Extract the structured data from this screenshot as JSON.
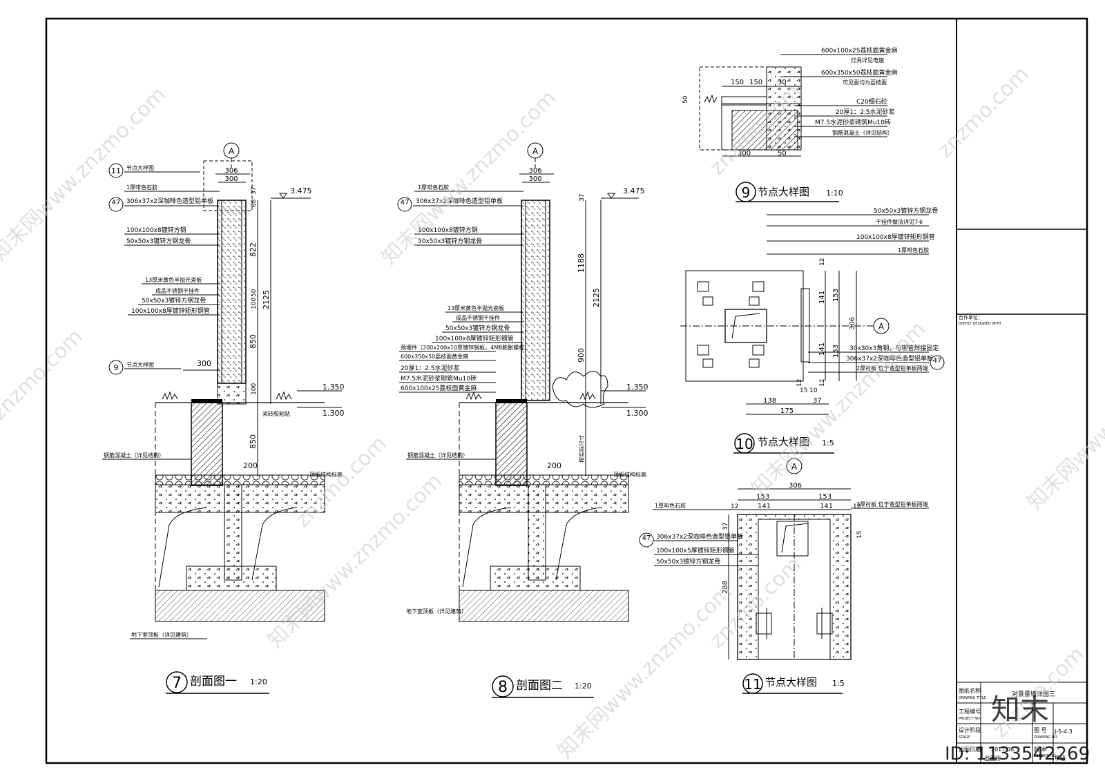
{
  "drawing1": {
    "title": "剖面图一",
    "scale": "1:20",
    "num": "7",
    "grid": "A",
    "dims_top": [
      "306",
      "300"
    ],
    "leaders": [
      {
        "callout": "11",
        "text": "节点大样图"
      },
      {
        "text": "1厚啡色石胶"
      },
      {
        "callout": "47",
        "text": "306x37x2深咖啡色造型铝单板"
      },
      {
        "text": "100x100x8镀锌方钢"
      },
      {
        "text": "50x50x3镀锌方钢龙骨"
      },
      {
        "text": "13厚米黄色半抛光瓷板"
      },
      {
        "text": "成品不锈钢干挂件"
      },
      {
        "text": "50x50x3镀锌方钢龙骨"
      },
      {
        "text": "100x100x8厚镀锌矩形钢管"
      }
    ],
    "callout9": {
      "callout": "9",
      "text": "节点大样图"
    },
    "elev_top": "3.475",
    "elev_mid": "1.350",
    "elev_low": "1.300",
    "dims_v": [
      "68",
      "37",
      "822",
      "50",
      "100",
      "2125",
      "850",
      "100",
      "850"
    ],
    "dim_300": "300",
    "dim_200": "200",
    "right_labels": [
      "瓷砖胶粘贴",
      "顶板结构标高"
    ],
    "left_labels": [
      "钢筋混凝土（详见结构）",
      "地下室顶板（详见建筑）"
    ]
  },
  "drawing2": {
    "title": "剖面图二",
    "scale": "1:20",
    "num": "8",
    "grid": "A",
    "dims_top": [
      "306",
      "300"
    ],
    "leaders": [
      {
        "text": "1厚啡色石胶"
      },
      {
        "callout": "47",
        "text": "306x37x2深咖啡色造型铝单板"
      },
      {
        "text": "100x100x8镀锌方钢"
      },
      {
        "text": "50x50x3镀锌方钢龙骨"
      },
      {
        "text": "13厚米黄色半抛光瓷板"
      },
      {
        "text": "成品不锈钢干挂件"
      },
      {
        "text": "50x50x3镀锌方钢龙骨"
      },
      {
        "text": "100x100x8厚镀锌矩形钢管"
      },
      {
        "text": "预埋件（200x200x10厚镀锌钢板，4M8膨胀螺栓）"
      },
      {
        "text": "600x350x50荔枝面黄金麻"
      },
      {
        "text": "20厚1：2.5水泥砂浆"
      },
      {
        "text": "M7.5水泥砂浆砌筑Mu10砖"
      },
      {
        "text": "600x100x25荔枝面黄金麻"
      }
    ],
    "elev_top": "3.475",
    "elev_mid": "1.350",
    "elev_low": "1.300",
    "dims_v": [
      "37",
      "1188",
      "2125",
      "900",
      "按实际尺寸"
    ],
    "dim_200": "200",
    "right_labels": [
      "顶板结构标高"
    ],
    "left_labels": [
      "钢筋混凝土（详见结构）",
      "地下室顶板（详见建筑）"
    ]
  },
  "drawing9": {
    "title": "节点大样图",
    "scale": "1:10",
    "num": "9",
    "labels": [
      "600x100x25荔枝面黄金麻",
      "灯具详见电施",
      "600x350x50荔枝面黄金麻",
      "可见面均为荔枝面",
      "C20细石砼",
      "20厚1：2.5水泥砂浆",
      "M7.5水泥砂浆砌筑Mu10砖",
      "钢筋混凝土（详见结构）"
    ],
    "dims": [
      "150",
      "150",
      "30",
      "50",
      "300",
      "50"
    ]
  },
  "drawing10": {
    "title": "节点大样图",
    "scale": "1:5",
    "num": "10",
    "grid": "A",
    "labels": [
      "50x50x3镀锌方钢龙骨",
      "干挂件做法详见T-6",
      "100x100x8厚镀锌矩形钢管",
      "1厚啡色石胶",
      "30x30x3角钢，与钢管焊接固定",
      "306x37x2深咖啡色造型铝单板",
      "2厚衬板 位于造型铝单板两端"
    ],
    "callout": "47",
    "dims": [
      "12",
      "141",
      "153",
      "306",
      "141",
      "153",
      "12",
      "15",
      "10",
      "12",
      "138",
      "37",
      "175"
    ]
  },
  "drawing11": {
    "title": "节点大样图",
    "scale": "1:5",
    "num": "11",
    "grid": "A",
    "dims_top": [
      "306",
      "153",
      "153",
      "12",
      "141",
      "141",
      "12"
    ],
    "labels": [
      "1厚啡色石胶",
      "306x37x2深咖啡色造型铝单板",
      "100x100x5厚镀锌矩形钢管",
      "50x50x3镀锌方钢龙骨",
      "2厚衬板 位于造型铝单板两端"
    ],
    "callout": "47",
    "dims_v": [
      "37",
      "288",
      "15"
    ]
  },
  "title_block": {
    "partner_label": "合作单位：",
    "partner_en": "JOINTLY DESIGNED WITH",
    "drawing_name_label": "图纸名称",
    "drawing_name_en": "DRAWING TITLE",
    "drawing_name": "对景景墙详图三",
    "project_label": "工程编号",
    "project_en": "PROJECT NO.",
    "stage_label": "设计阶段",
    "stage_en": "STAGE",
    "dwg_no_label": "图 号",
    "dwg_no_en": "DRAWING NO.",
    "dwg_no": "J-5-4.3",
    "date_label": "出图日期",
    "date": "2017.06.",
    "version_label": "版 本",
    "version_en": "VERSION NO.",
    "issued_by": "出图所",
    "issued_val": "甲级"
  },
  "watermark": {
    "site": "znzmo.com",
    "brand": "知末网www.znzmo.com",
    "logo": "知末",
    "id": "ID: 1133542269"
  }
}
